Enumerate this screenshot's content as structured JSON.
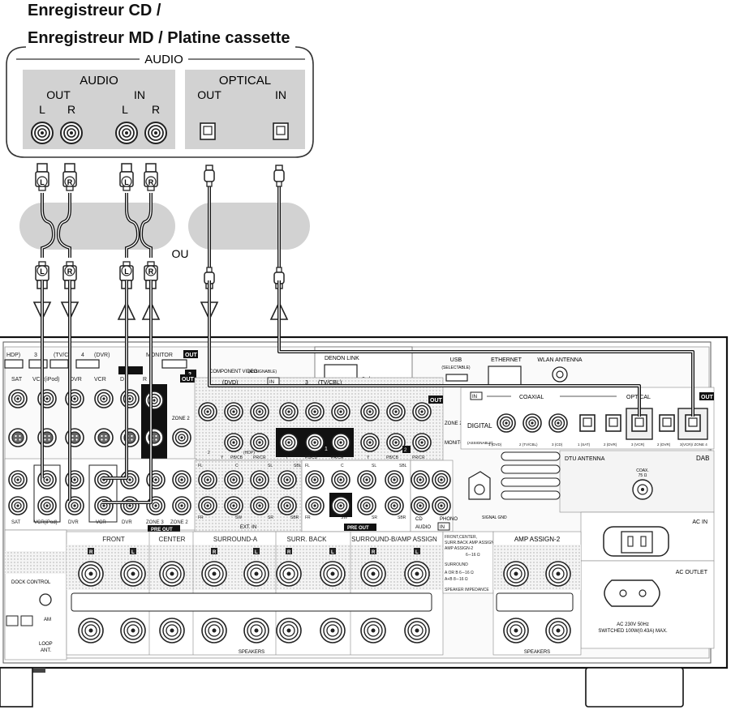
{
  "title": {
    "line1": "Enregistreur CD /",
    "line2": "Enregistreur MD / Platine cassette"
  },
  "device": {
    "audio_group_label": "AUDIO",
    "audio_section": {
      "label": "AUDIO",
      "out_label": "OUT",
      "in_label": "IN",
      "l": "L",
      "r": "R"
    },
    "optical_section": {
      "label": "OPTICAL",
      "out_label": "OUT",
      "in_label": "IN"
    }
  },
  "plugs": {
    "left": "L",
    "right": "R"
  },
  "or_label": "OU",
  "receiver": {
    "top_row": {
      "hdmi_partial": "HDP)",
      "hdmi_3": "3",
      "hdmi_tvc": "(TV/C",
      "hdmi_4": "4",
      "hdmi_dvr": "(DVR)",
      "monitor": "MONITOR",
      "out": "OUT",
      "num_2": "2",
      "denon_link": "DENON LINK",
      "third": "3rd",
      "usb": "USB",
      "usb_sub": "(SELECTABLE)",
      "ethernet": "ETHERNET",
      "wlan": "WLAN ANTENNA"
    },
    "video_left": {
      "sat": "SAT",
      "vcr_ipod": "VCR(iPod)",
      "dvr": "DVR",
      "vcr": "VCR",
      "d_partial": "D",
      "r_partial": "R",
      "zone2": "ZONE 2",
      "out": "OUT"
    },
    "component": {
      "title": "COMPONENT VIDEO",
      "assignable": "(ASSIGNABLE)",
      "in": "IN",
      "c1": "1",
      "dvd": "(DVD)",
      "c3": "3",
      "tvcbl": "(TV/CBL)",
      "out": "OUT",
      "zone2": "ZONE 2",
      "monitor": "MONITOR",
      "c2": "2",
      "hdp": "(HDP)",
      "y": "Y",
      "pbcb": "PB/CB",
      "prcr": "PR/CR",
      "num_1": "1",
      "num_2": "2"
    },
    "digital": {
      "in": "IN",
      "coaxial": "COAXIAL",
      "optical": "OPTICAL",
      "out": "OUT",
      "digital": "DIGITAL",
      "assignable": "(ASSIGNABLE)",
      "labels": [
        "1 (DVD)",
        "2 (TV/CBL)",
        "3 (CD)",
        "1 (SAT)",
        "2 (DVR)",
        "3 (VCR)",
        "2 (DVR)",
        "3(VCR)/ ZONE 4"
      ]
    },
    "dab": {
      "dtu": "DTU ANTENNA",
      "dab": "DAB",
      "coax": "COAX.",
      "ohm": "75 Ω"
    },
    "ac_in": "AC IN",
    "ac_outlet": "AC OUTLET",
    "ac_spec1": "AC 230V   50Hz",
    "ac_spec2": "SWITCHED 100W(0.43A) MAX.",
    "audio_bottom": {
      "sat": "SAT",
      "vcr_ipod": "VCR(iPod)",
      "dvr": "DVR",
      "vcr": "VCR",
      "dvr2": "DVR",
      "zone3": "ZONE 3",
      "zone2": "ZONE 2",
      "pre_out": "PRE OUT"
    },
    "ext_in": {
      "fl": "FL",
      "c": "C",
      "sl": "SL",
      "fr": "FR",
      "sw": "SW",
      "sr": "SR",
      "sbr": "SBR",
      "sbl": "SBL",
      "label": "EXT. IN"
    },
    "pre_out2": {
      "fl": "FL",
      "c": "C",
      "sl": "SL",
      "sbl": "SBL",
      "fr": "FR",
      "sw": "SW",
      "sr": "SR",
      "sbr": "SBR",
      "label": "PRE OUT"
    },
    "phono": {
      "cd": "CD",
      "phono": "PHONO",
      "audio": "AUDIO",
      "in": "IN",
      "signal_gnd": "SIGNAL GND"
    },
    "speakers": {
      "front": "FRONT",
      "center": "CENTER",
      "surround_a": "SURROUND-A",
      "surr_back": "SURR. BACK",
      "surround_b": "SURROUND-B/AMP ASSIGN",
      "amp_assign2": "AMP ASSIGN-2",
      "label": "SPEAKERS",
      "label2": "SPEAKERS",
      "r": "R",
      "l": "L"
    },
    "impedance": {
      "line1": "FRONT,CENTER,",
      "line2": "SURR.BACK AMP ASSIGN,",
      "line3": "AMP ASSIGN-2",
      "line4": "6∼16 Ω",
      "line5": "SURROUND",
      "line6": "A OR B   6∼16 Ω",
      "line7": "A+B      8∼16 Ω",
      "line8": "SPEAKER IMPEDANCE"
    },
    "dock": {
      "dock_control": "DOCK CONTROL",
      "am": "AM",
      "loop": "LOOP",
      "ant": "ANT."
    }
  }
}
